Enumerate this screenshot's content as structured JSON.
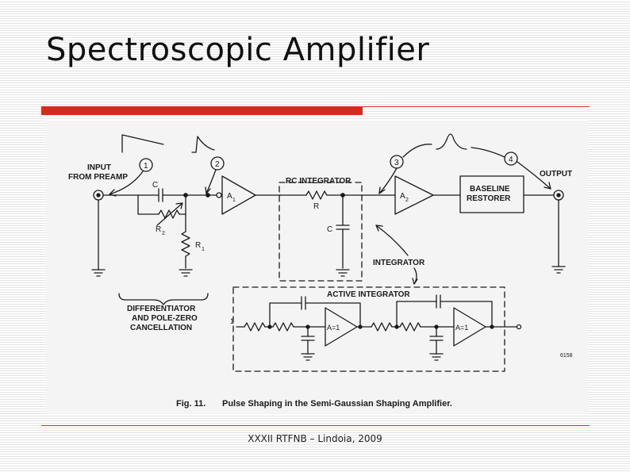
{
  "slide": {
    "title": "Spectroscopic Amplifier",
    "footer": "XXXII RTFNB – Lindoia, 2009",
    "accent_color": "#d52b1e"
  },
  "figure": {
    "caption_number": "Fig. 11.",
    "caption_text": "Pulse Shaping in the Semi-Gaussian Shaping Amplifier.",
    "figure_id": "6158",
    "labels": {
      "input_line1": "INPUT",
      "input_line2": "FROM PREAMP",
      "output": "OUTPUT",
      "rc_integrator": "RC INTEGRATOR",
      "integrator": "INTEGRATOR",
      "active_integrator": "ACTIVE INTEGRATOR",
      "baseline_line1": "BASELINE",
      "baseline_line2": "RESTORER",
      "diff_line1": "DIFFERENTIATOR",
      "diff_line2": "AND POLE-ZERO",
      "diff_line3": "CANCELLATION"
    },
    "components": {
      "c1": "C",
      "c2": "C",
      "r_integrator": "R",
      "r1": "R",
      "r1_sub": "1",
      "r2": "R",
      "r2_sub": "2",
      "a1": "A",
      "a1_sub": "1",
      "a2": "A",
      "a2_sub": "2",
      "gain1": "A=1",
      "gain2": "A=1",
      "node": "1"
    },
    "test_points": [
      "1",
      "2",
      "3",
      "4"
    ]
  }
}
